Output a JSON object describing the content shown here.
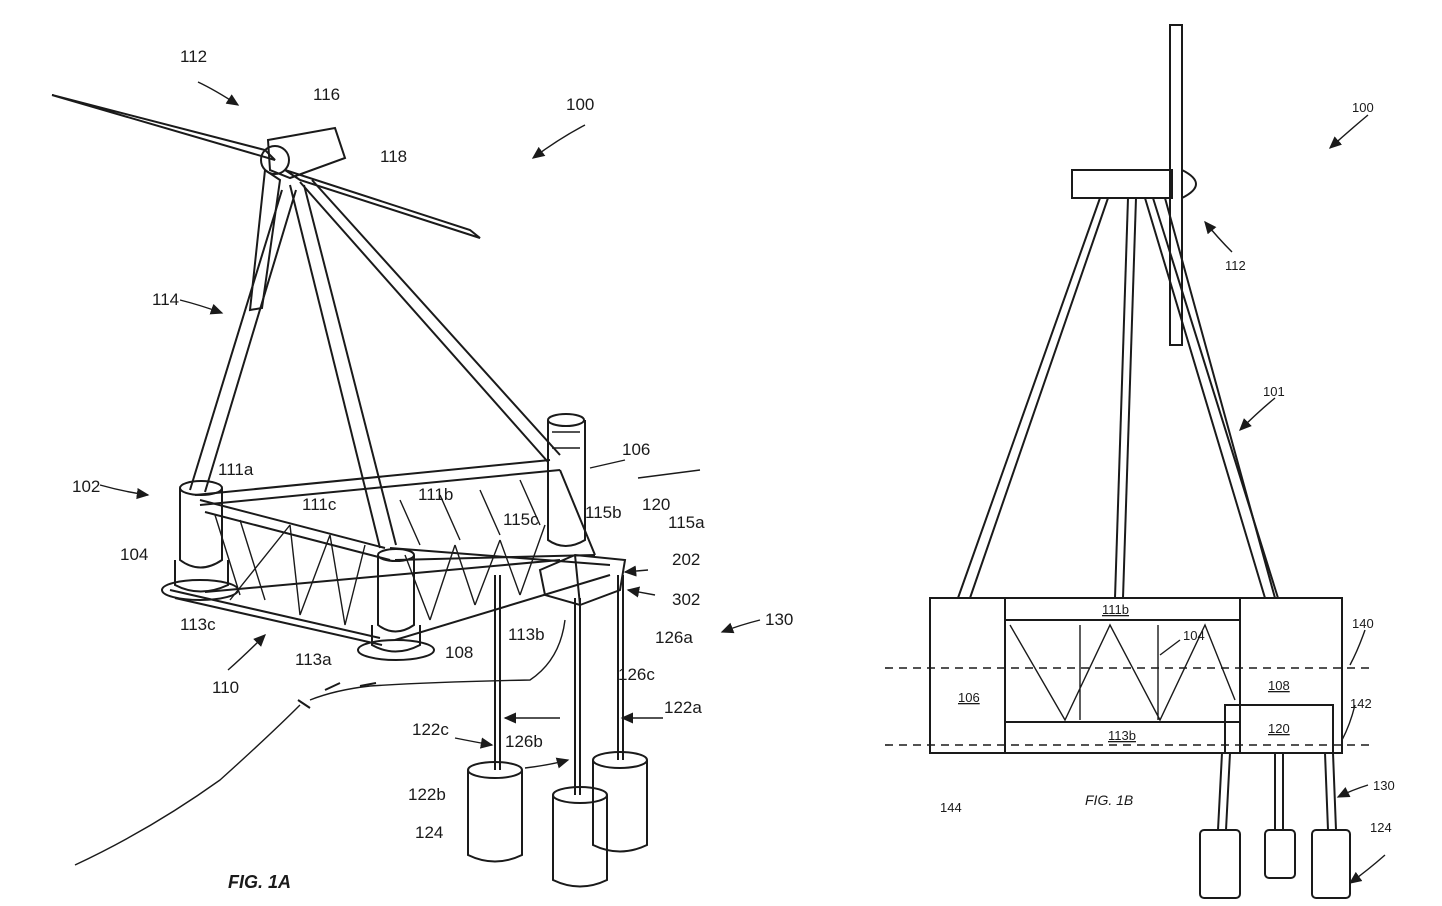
{
  "fig1a": {
    "caption": "FIG. 1A",
    "labels": {
      "l112": "112",
      "l116": "116",
      "l118": "118",
      "l100": "100",
      "l114": "114",
      "l102": "102",
      "l111a": "111a",
      "l111c": "111c",
      "l111b": "111b",
      "l106": "106",
      "l115c": "115c",
      "l115b": "115b",
      "l120": "120",
      "l115a": "115a",
      "l202": "202",
      "l104": "104",
      "l113c": "113c",
      "l113a": "113a",
      "l108": "108",
      "l113b": "113b",
      "l302": "302",
      "l130": "130",
      "l126a": "126a",
      "l110": "110",
      "l126c": "126c",
      "l122c": "122c",
      "l122a": "122a",
      "l126b": "126b",
      "l122b": "122b",
      "l124": "124"
    }
  },
  "fig1b": {
    "caption": "FIG. 1B",
    "labels": {
      "l100": "100",
      "l112": "112",
      "l101": "101",
      "l111b": "111b",
      "l104": "104",
      "l140": "140",
      "l106": "106",
      "l108": "108",
      "l142": "142",
      "l113b": "113b",
      "l120": "120",
      "l130": "130",
      "l144": "144",
      "l124": "124"
    }
  }
}
